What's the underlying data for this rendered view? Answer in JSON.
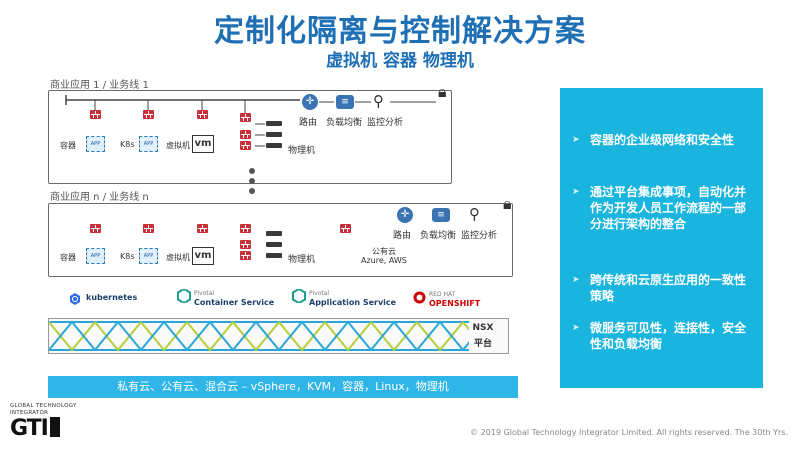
{
  "title": "定制化隔离与控制解决方案",
  "subtitle": "虚拟机 容器 物理机",
  "segments": [
    {
      "label": "商业应用 1 / 业务线 1",
      "container_label": "容器",
      "app_label": "APP",
      "k8s_label": "K8s",
      "vm_label": "虚拟机",
      "vm_text": "vm",
      "physical_label": "物理机",
      "services": [
        "路由",
        "负载均衡",
        "监控分析"
      ]
    },
    {
      "label": "商业应用 n / 业务线 n",
      "container_label": "容器",
      "app_label": "APP",
      "k8s_label": "K8s",
      "vm_label": "虚拟机",
      "vm_text": "vm",
      "physical_label": "物理机",
      "cloud_label": "公有云",
      "cloud_sub": "Azure, AWS",
      "services": [
        "路由",
        "负载均衡",
        "监控分析"
      ]
    }
  ],
  "vendors": [
    {
      "name": "kubernetes",
      "sub": ""
    },
    {
      "name": "Container Service",
      "sub": "Pivotal"
    },
    {
      "name": "Application Service",
      "sub": "Pivotal"
    },
    {
      "name": "OPENSHIFT",
      "sub": "RED HAT"
    }
  ],
  "nsx": {
    "line1": "NSX",
    "line2": "平台"
  },
  "platform_bar": "私有云、公有云、混合云 – vSphere，KVM，容器，Linux，物理机",
  "benefits": [
    "容器的企业级网络和安全性",
    "通过平台集成事项，自动化并作为开发人员工作流程的一部分进行架构的整合",
    "跨传统和云原生应用的一致性策略",
    "微服务可见性，连接性，安全性和负载均衡"
  ],
  "logo": {
    "top": "GLOBAL TECHNOLOGY",
    "top2": "INTEGRATOR",
    "main": "GTI"
  },
  "copyright": "© 2019 Global Technology Integrator Limited. All rights reserved. The 30th Yrs.",
  "colors": {
    "title": "#1f6fb5",
    "panel": "#19b5de",
    "bar": "#2fb5e8",
    "firewall": "#c9303a",
    "nsx_line": "#2aa7d6"
  },
  "icons": [
    "router-icon",
    "load-balancer-icon",
    "monitor-icon",
    "lock-icon",
    "firewall-icon",
    "server-icon",
    "cloud-icon"
  ]
}
